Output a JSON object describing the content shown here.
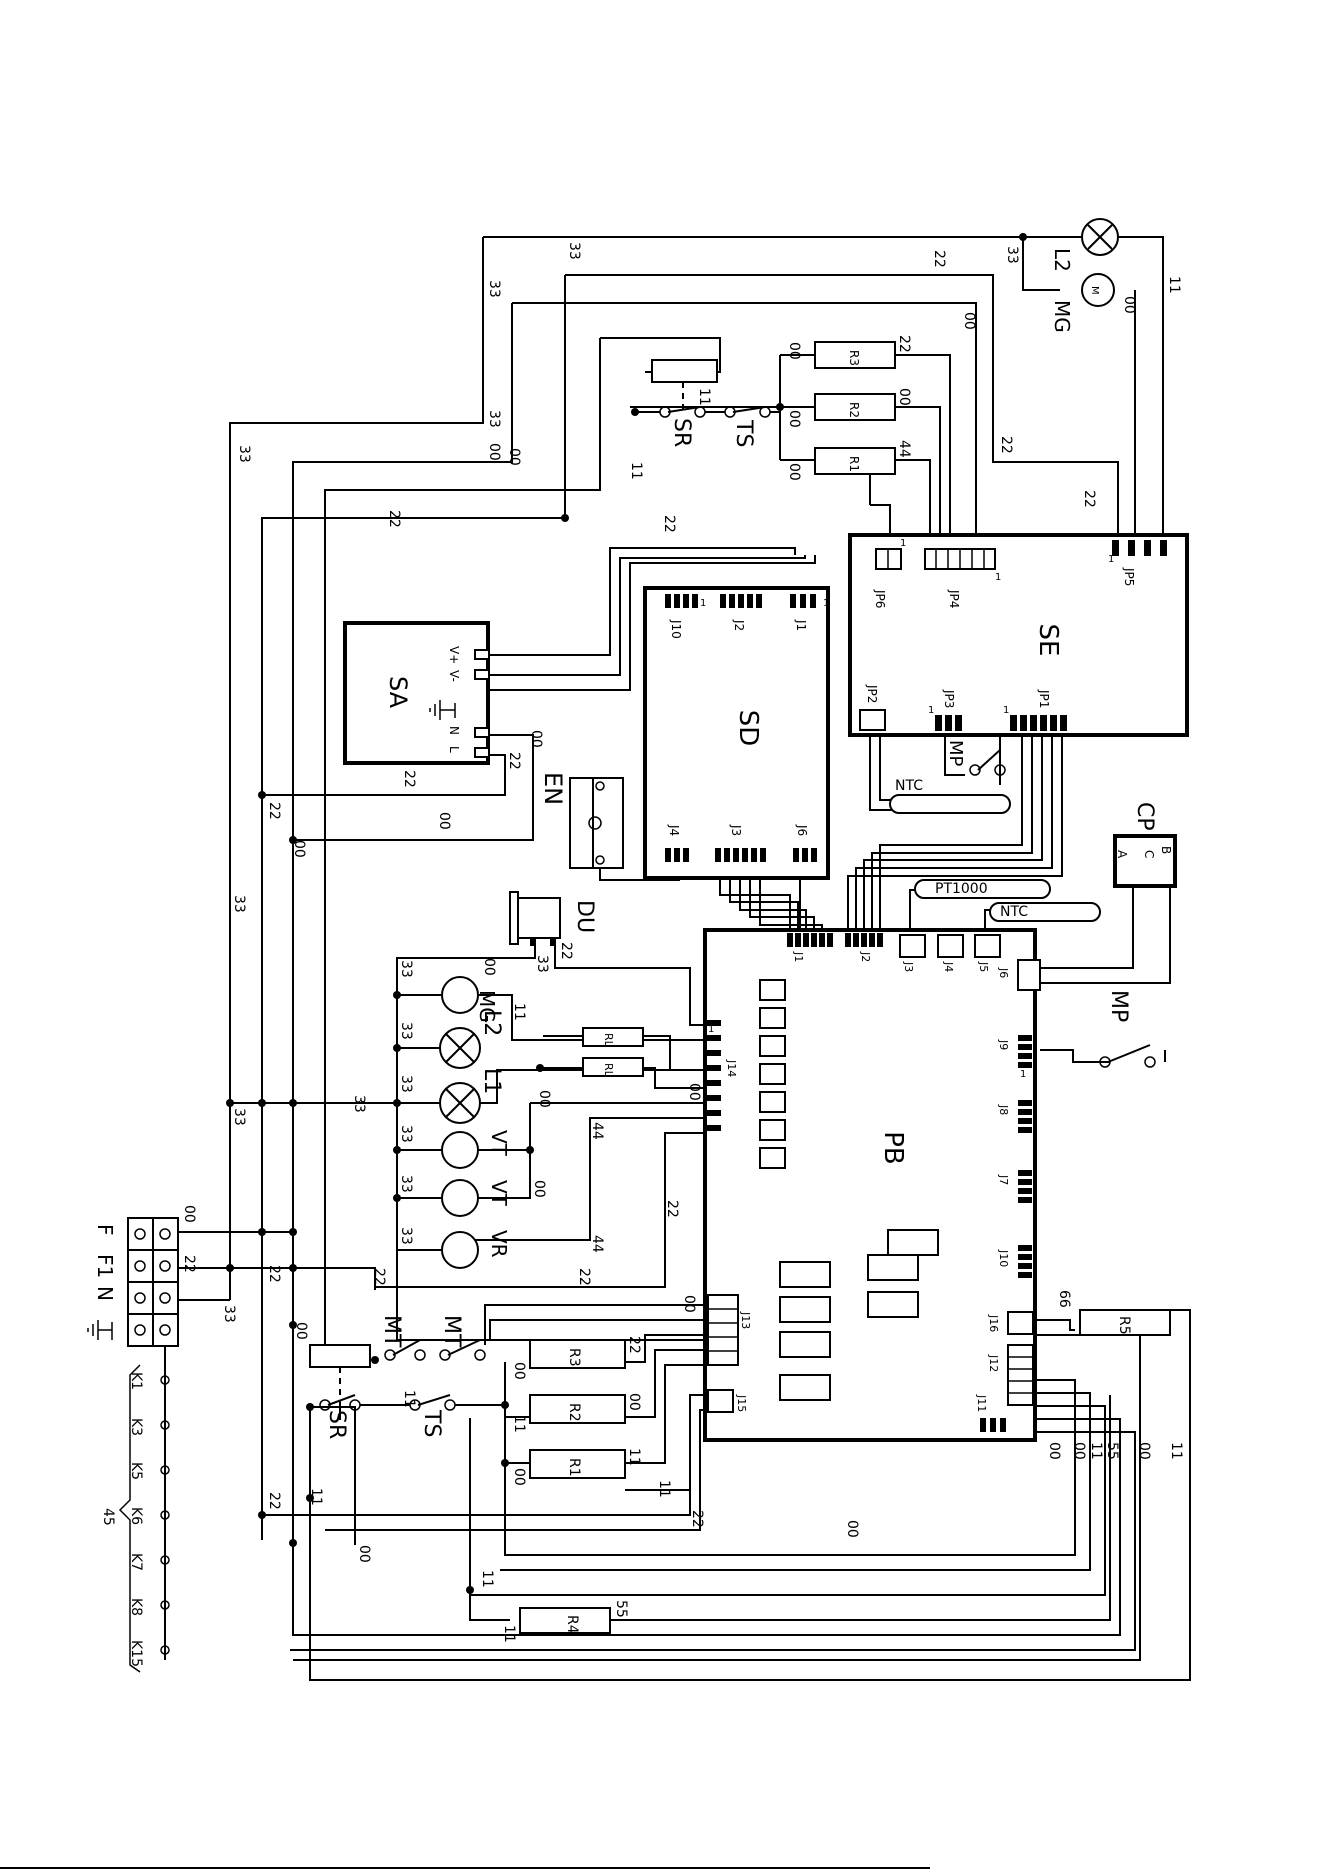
{
  "boards": {
    "se": "SE",
    "sd": "SD",
    "pb": "PB",
    "sa": "SA",
    "en": "EN",
    "du": "DU",
    "cp": "CP"
  },
  "connectors": {
    "se_jp6": "JP6",
    "se_jp4": "JP4",
    "se_jp5": "JP5",
    "se_jp2": "JP2",
    "se_jp3": "JP3",
    "se_jp1": "JP1",
    "sd_j10": "J10",
    "sd_j2": "J2",
    "sd_j1": "J1",
    "sd_j4": "J4",
    "sd_j3": "J3",
    "sd_j6": "J6",
    "pb_j1": "J1",
    "pb_j2": "J2",
    "pb_j3": "J3",
    "pb_j4": "J4",
    "pb_j5": "J5",
    "pb_j6": "J6",
    "pb_j9": "J9",
    "pb_j8": "J8",
    "pb_j7": "J7",
    "pb_j10": "J10",
    "pb_j16": "J16",
    "pb_j12": "J12",
    "pb_j11": "J11",
    "pb_j13": "J13",
    "pb_j14": "J14",
    "pb_j15": "J15"
  },
  "sa_terminals": {
    "vplus": "V+",
    "vminus": "V-",
    "n": "N",
    "l": "L"
  },
  "cp_terminals": {
    "a": "A",
    "b": "B",
    "c": "C"
  },
  "components": {
    "r3_top": "R3",
    "r2_top": "R2",
    "r1_top": "R1",
    "sr_top": "SR",
    "ts_top": "TS",
    "l2_top": "L2",
    "mg_top": "MG",
    "ntc_1": "NTC",
    "ntc_2": "NTC",
    "pt1000": "PT1000",
    "mp_1": "MP",
    "mp_2": "MP",
    "mg_mid": "MG",
    "l2_mid": "L2",
    "l1_mid": "L1",
    "vt_1": "VT",
    "vt_2": "VT",
    "vr": "VR",
    "rl_1": "RL",
    "rl_2": "RL",
    "mt_1": "MT",
    "mt_2": "MT",
    "r3_bot": "R3",
    "r2_bot": "R2",
    "r1_bot": "R1",
    "sr_bot": "SR",
    "ts_bot": "TS",
    "r4": "R4",
    "r5": "R5",
    "motor_m": "M"
  },
  "terminal_block": [
    "F",
    "F1",
    "N"
  ],
  "relays": [
    "K1",
    "K3",
    "K5",
    "K6",
    "K7",
    "K8",
    "K15"
  ],
  "relay_group": "45",
  "pin_one": "1",
  "wire_codes": {
    "c00": "00",
    "c11": "11",
    "c22": "22",
    "c33": "33",
    "c44": "44",
    "c55": "55",
    "c66": "66"
  }
}
